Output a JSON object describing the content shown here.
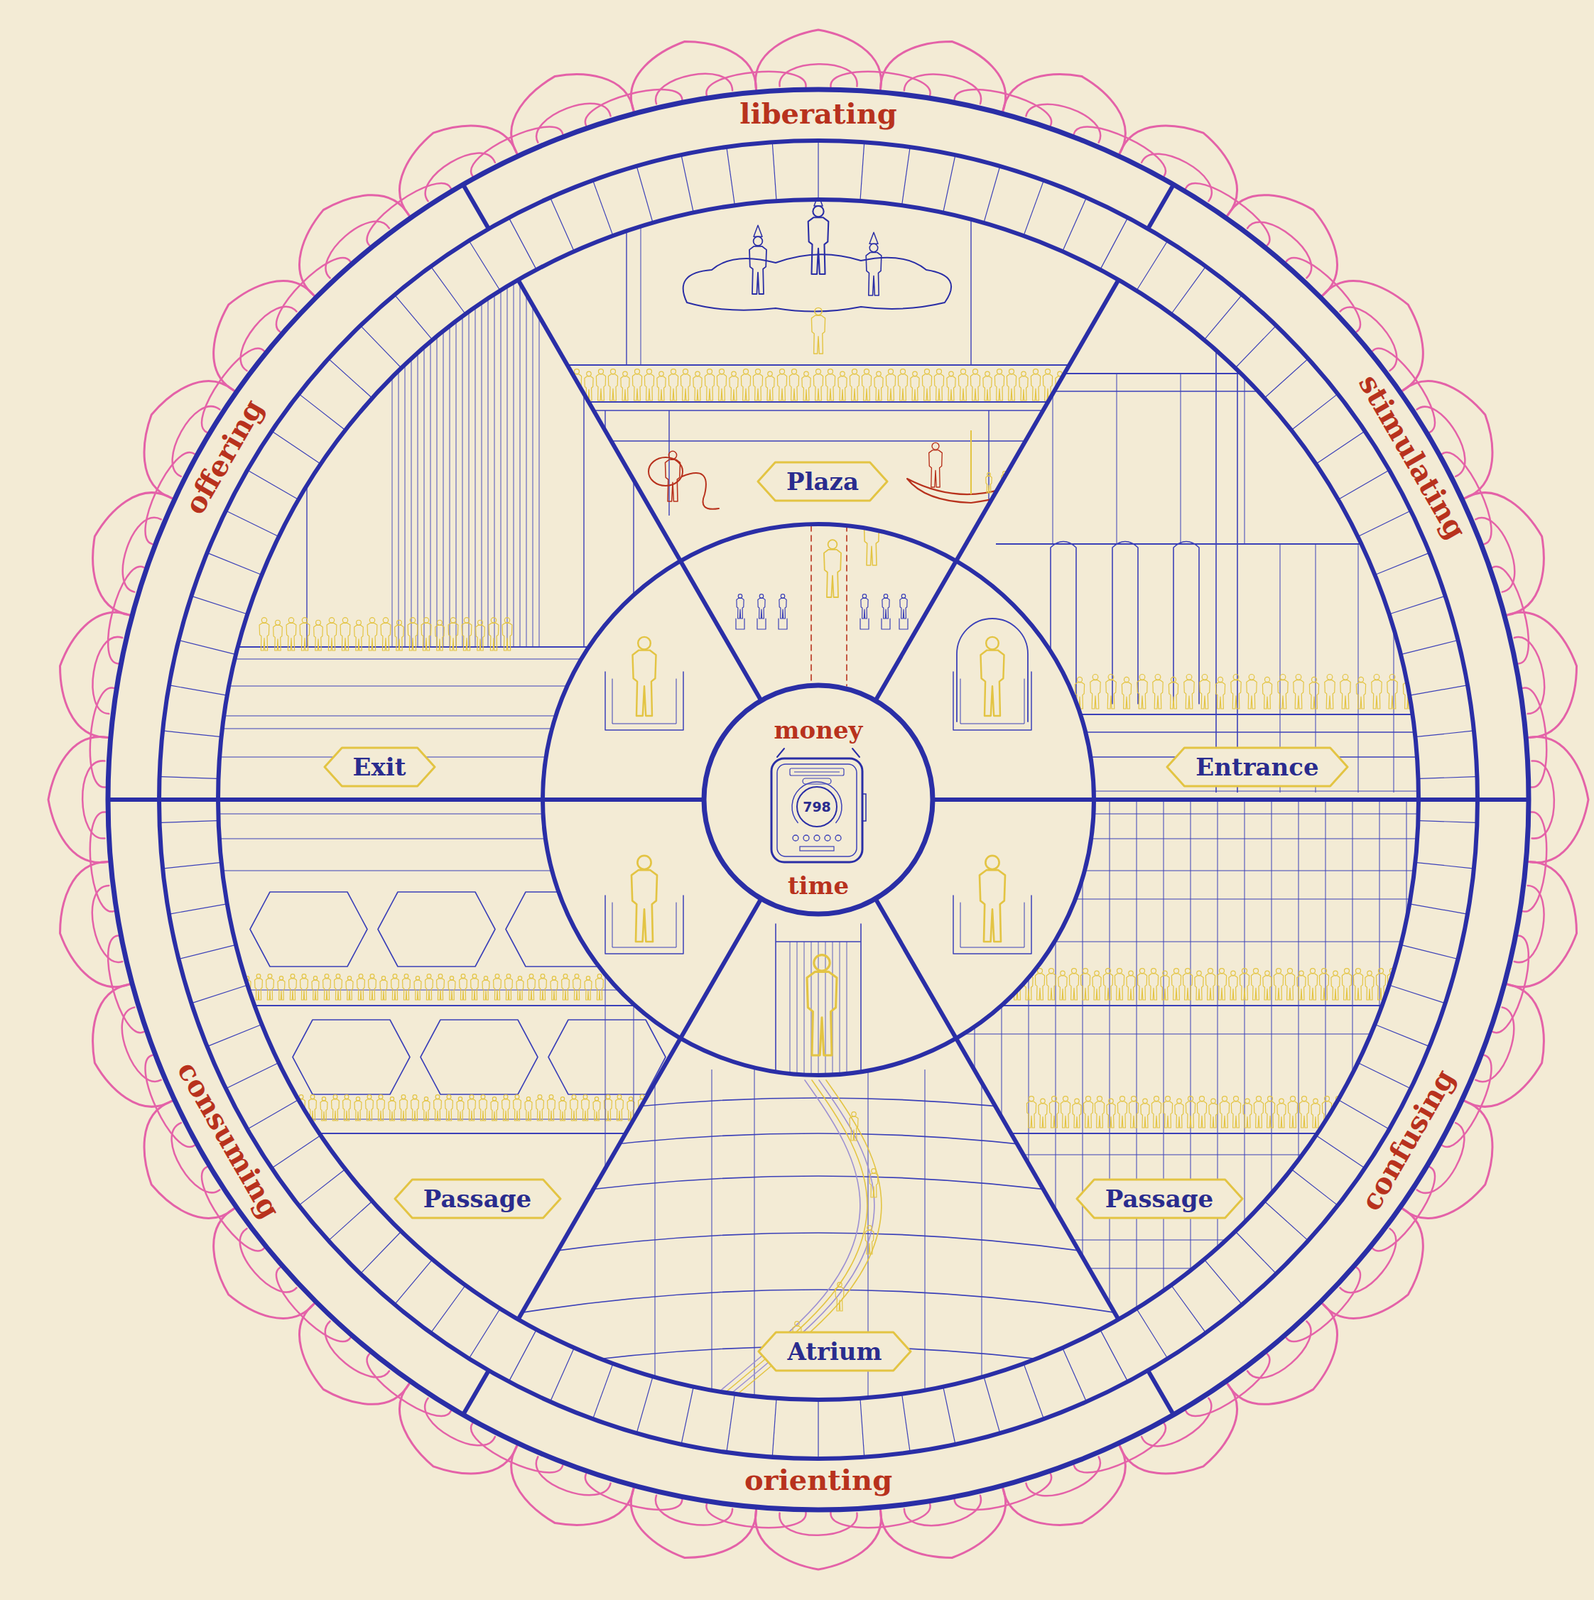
{
  "diagram": {
    "nodes": [
      {
        "text": [
          "liberating"
        ]
      },
      {
        "text": [
          "stimulating"
        ]
      },
      {
        "text": [
          "confusing"
        ]
      },
      {
        "text": [
          "orienting"
        ]
      },
      {
        "text": [
          "consuming"
        ]
      },
      {
        "text": [
          "offering"
        ]
      },
      {
        "text": [
          "Plaza"
        ]
      },
      {
        "text": [
          "Entrance"
        ]
      },
      {
        "text": [
          "Passage"
        ]
      },
      {
        "text": [
          "Atrium"
        ]
      },
      {
        "text": [
          "Passage"
        ]
      },
      {
        "text": [
          "Exit"
        ]
      },
      {
        "text": [
          "money",
          "time"
        ]
      },
      {
        "text": [
          "798"
        ],
        "in": 12
      }
    ]
  }
}
